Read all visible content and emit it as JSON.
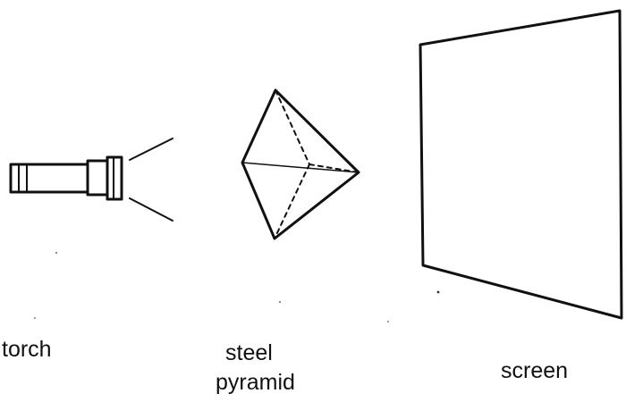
{
  "labels": {
    "torch": "torch",
    "pyramid_line1": "steel",
    "pyramid_line2": "pyramid",
    "screen": "screen"
  },
  "colors": {
    "stroke": "#111111",
    "background": "#ffffff"
  }
}
